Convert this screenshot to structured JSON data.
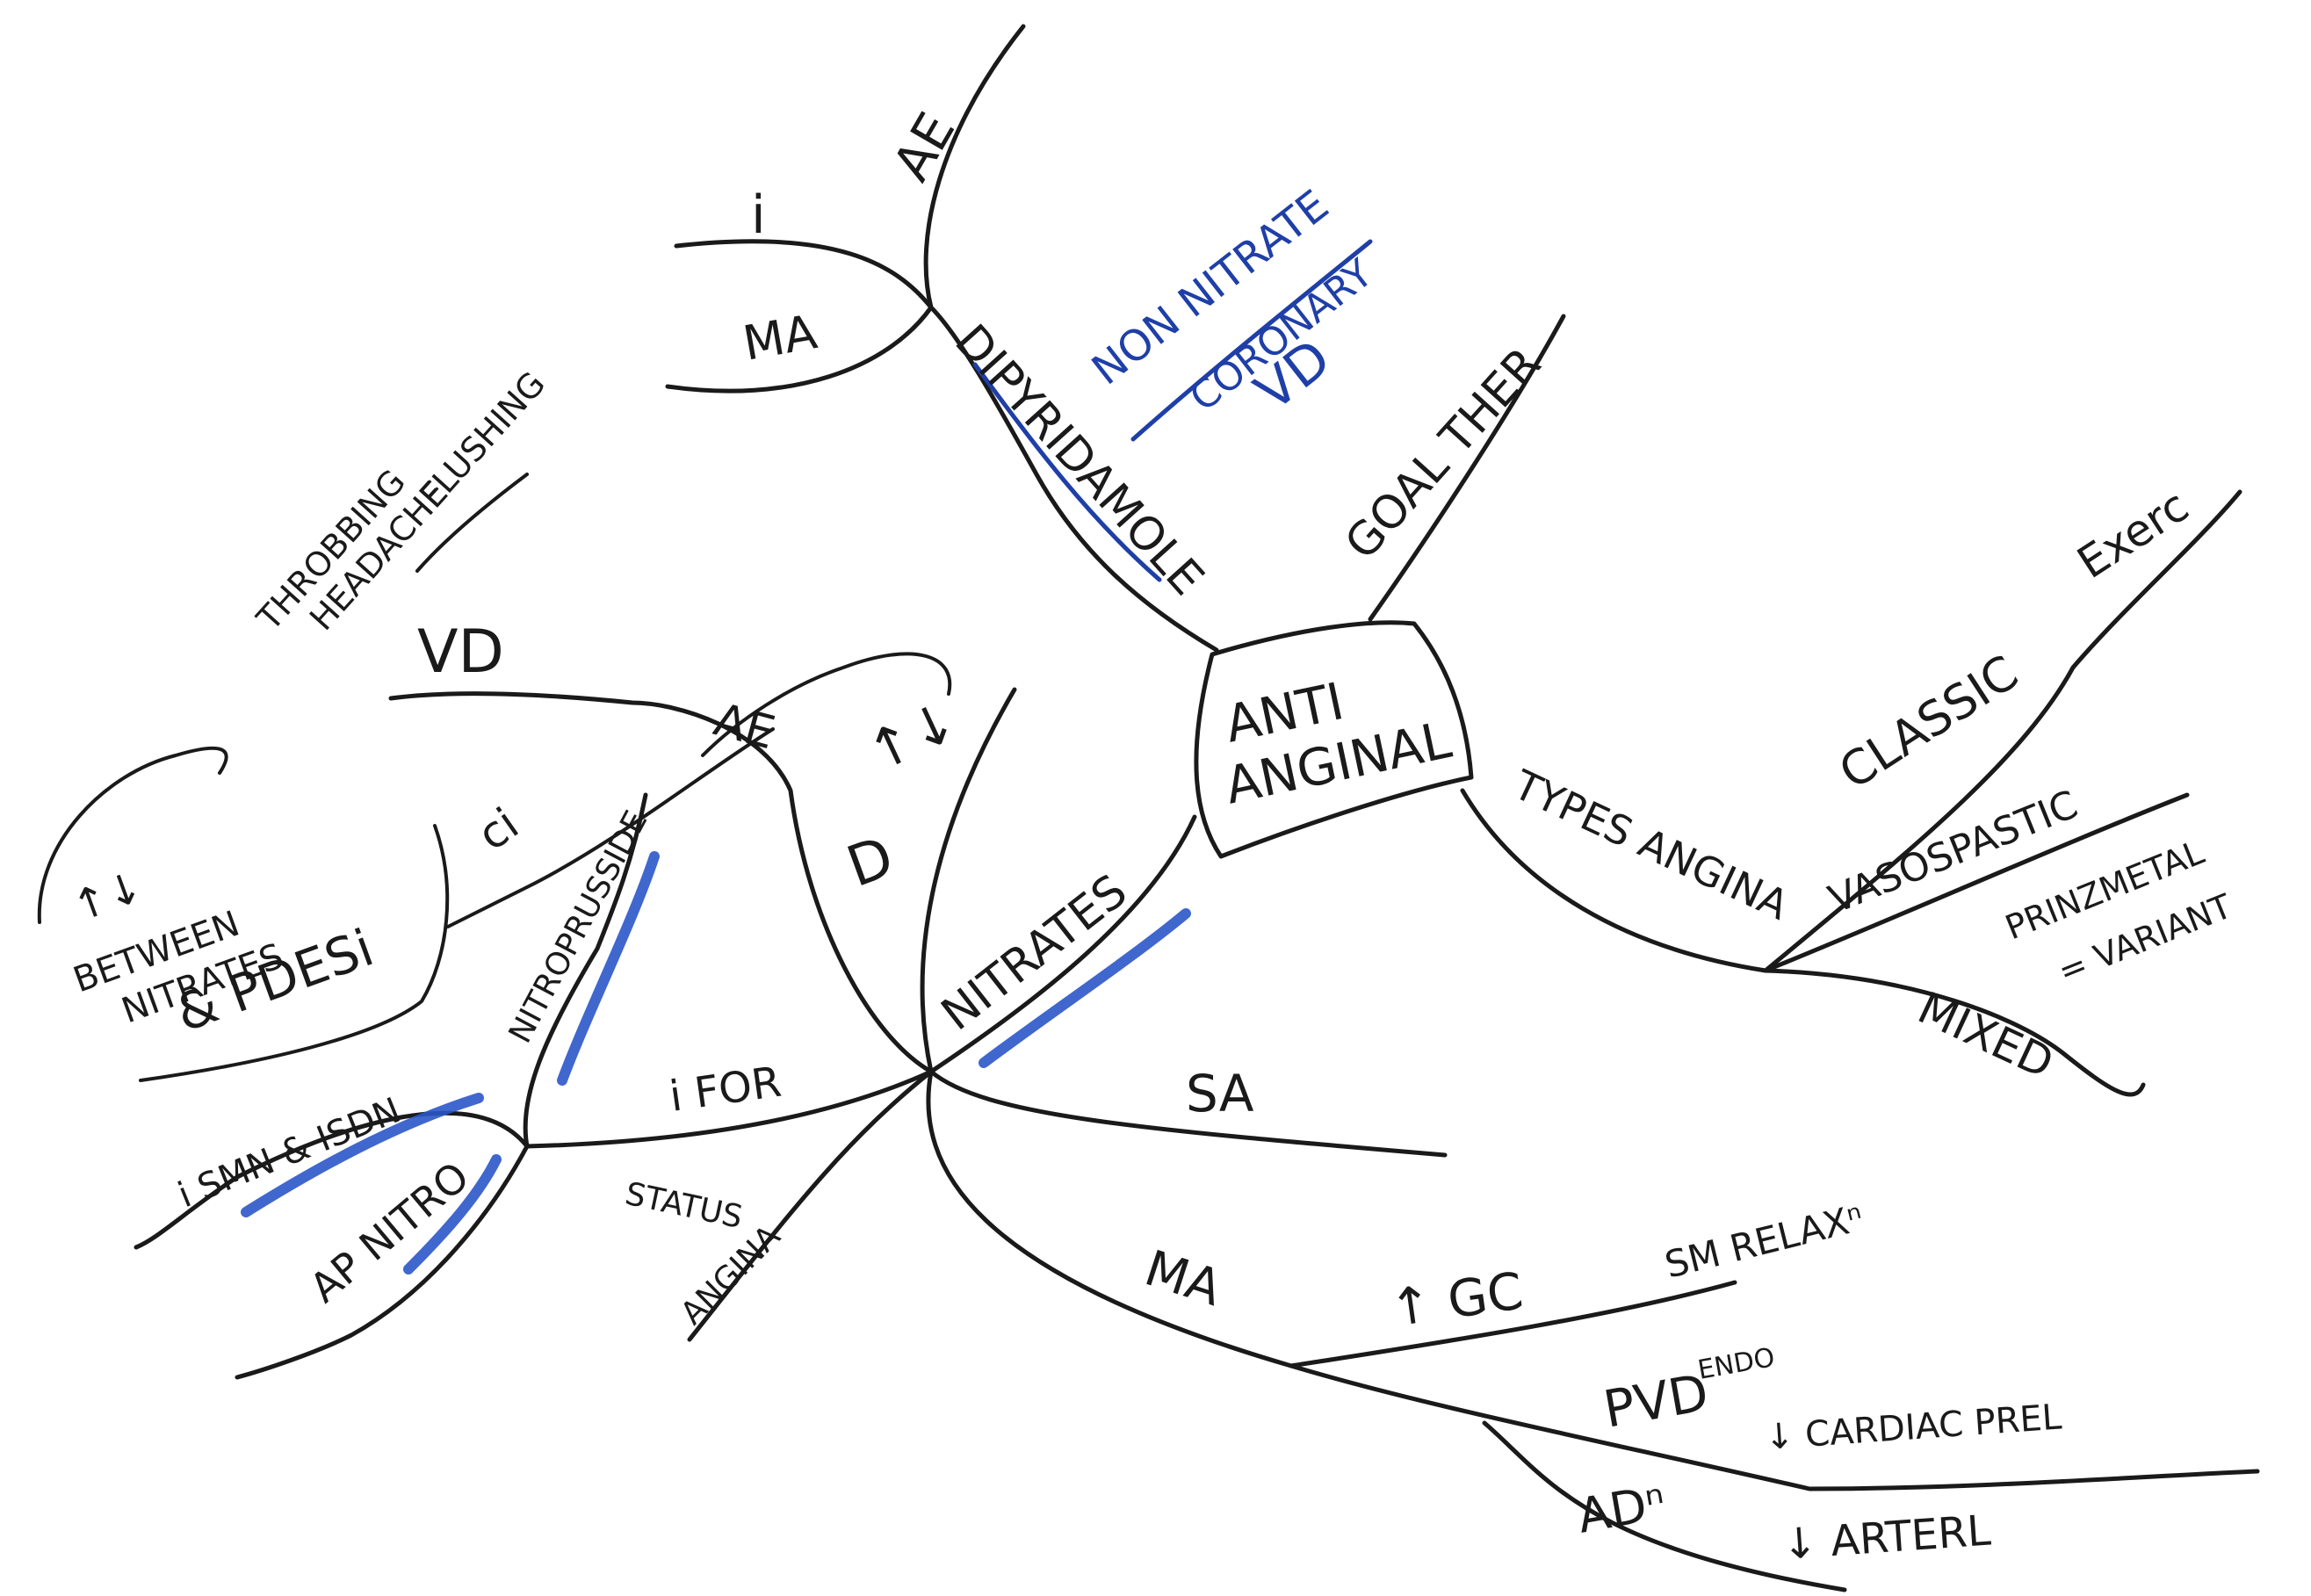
{
  "central": {
    "line1": "ANTI",
    "line2": "ANGINAL"
  },
  "goal": "GOAL THER",
  "types": {
    "label": "TYPES ANGINA",
    "classic": "CLASSIC",
    "classic_note": "Exerc",
    "vasospastic": "VASOSPASTIC",
    "vaso_note1": "PRINZMETAL",
    "vaso_note2": "= VARIANT",
    "mixed": "MIXED"
  },
  "dipyridamole": {
    "label": "DIPYRIDAMOLE",
    "ae": "AE",
    "i": "i",
    "ma": "MA",
    "note1": "NON NITRATE",
    "note2": "CORONARY",
    "note3": "VD"
  },
  "nitrates": {
    "label": "NITRATES",
    "sa": "SA",
    "ma": "MA",
    "gc": "↑ GC",
    "sm_relax": "SM RELAXⁿ",
    "pvd": "PVD",
    "endo": "ENDO",
    "cardiac": "↓ CARDIAC PREL",
    "adn": "ADⁿ",
    "arterial": "↓ ARTERL",
    "d": "D",
    "d_note": "↑↓",
    "ae": "AE",
    "vd": "VD",
    "vd_note1": "THROBBING",
    "vd_note2": "HEADACHE",
    "vd_note3": "FLUSHING",
    "ci": "ci",
    "between1": "BETWEEN",
    "between2": "NITRATES",
    "between3": "& PDESi",
    "nitroprusside": "NITROPRUSSIDE",
    "ismn": "i SMN & ISDN",
    "ap_nitro": "AP NITRO",
    "i_for": "i FOR",
    "status": "STATUS",
    "angina_short": "ANGINA"
  }
}
